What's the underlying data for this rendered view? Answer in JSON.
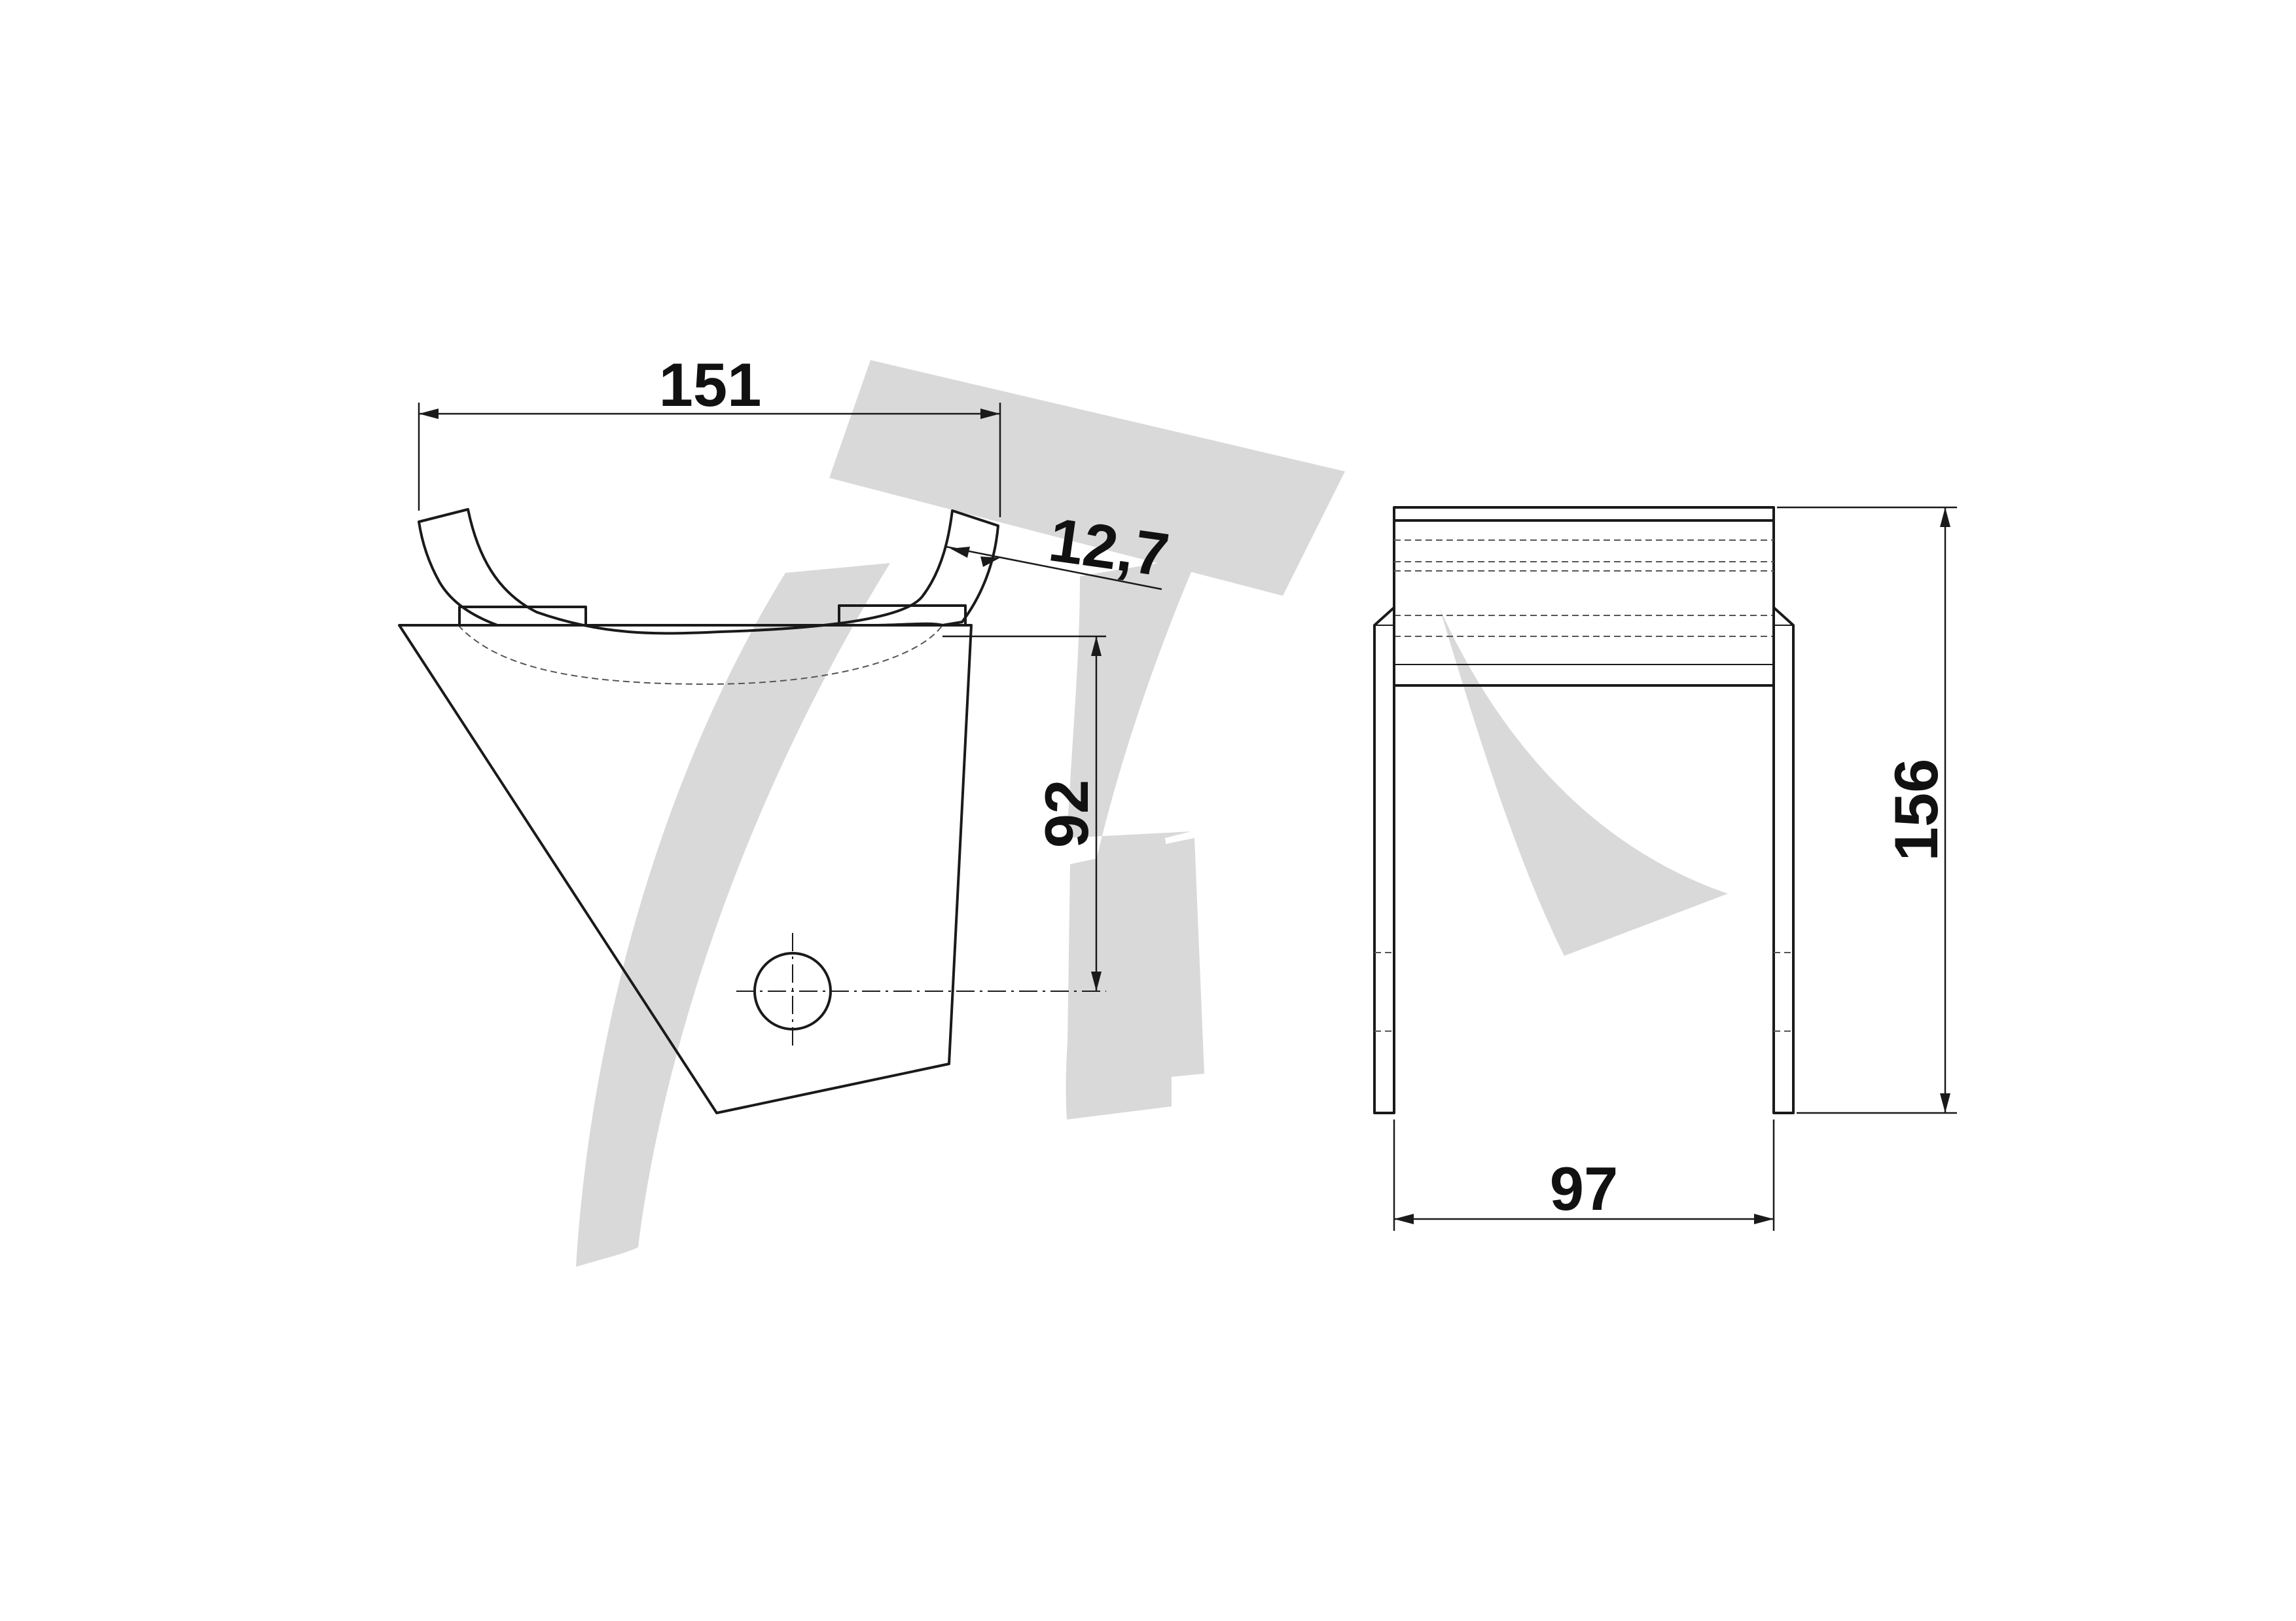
{
  "watermark": {
    "color": "#d9d9d9"
  },
  "dimensions": {
    "overall_width": "151",
    "tube_diameter": "12,7",
    "hole_height": "92",
    "overall_height": "156",
    "side_width": "97"
  },
  "colors": {
    "line": "#1a1a1a",
    "background": "#ffffff"
  }
}
